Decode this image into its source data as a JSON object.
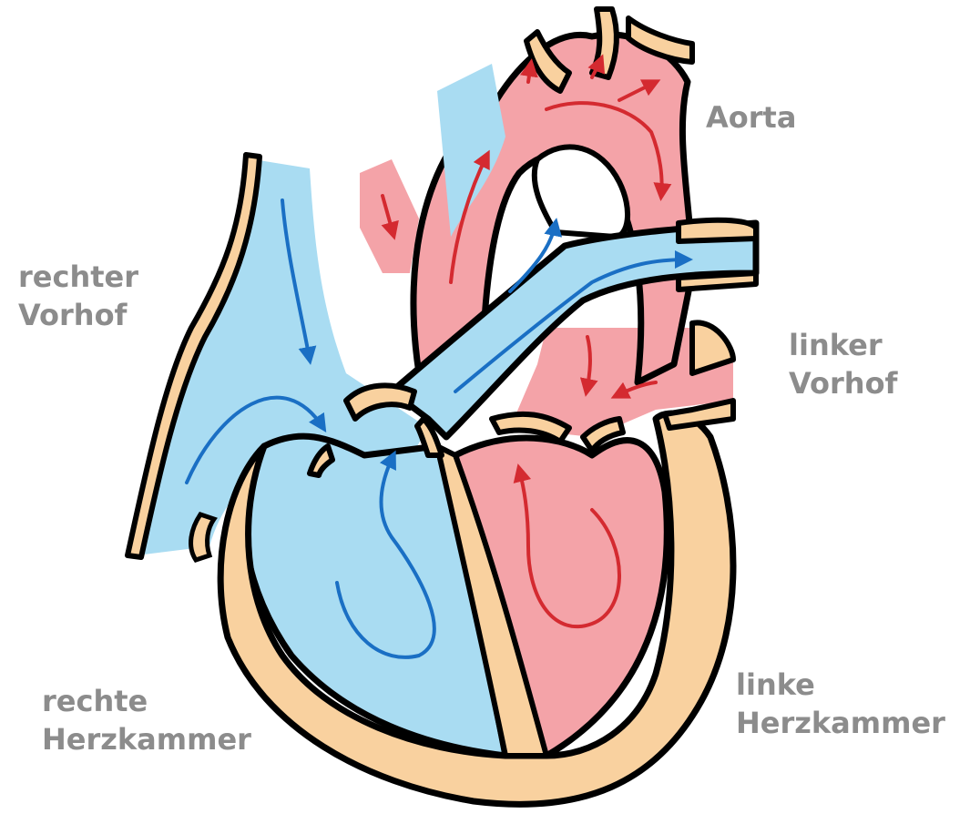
{
  "labels": {
    "aorta": [
      "Aorta"
    ],
    "rechter_vorhof": [
      "rechter",
      "Vorhof"
    ],
    "linker_vorhof": [
      "linker",
      "Vorhof"
    ],
    "rechte_herzkammer": [
      "rechte",
      "Herzkammer"
    ],
    "linke_herzkammer": [
      "linke",
      "Herzkammer"
    ]
  },
  "colors": {
    "deoxygenated_blood": "#a9dcf2",
    "oxygenated_blood": "#f4a3a8",
    "heart_muscle": "#f9d19f",
    "outline": "#000000",
    "blue_flow_arrow": "#1a6fc4",
    "red_flow_arrow": "#d42a30",
    "label_text": "#8c8c8c"
  }
}
